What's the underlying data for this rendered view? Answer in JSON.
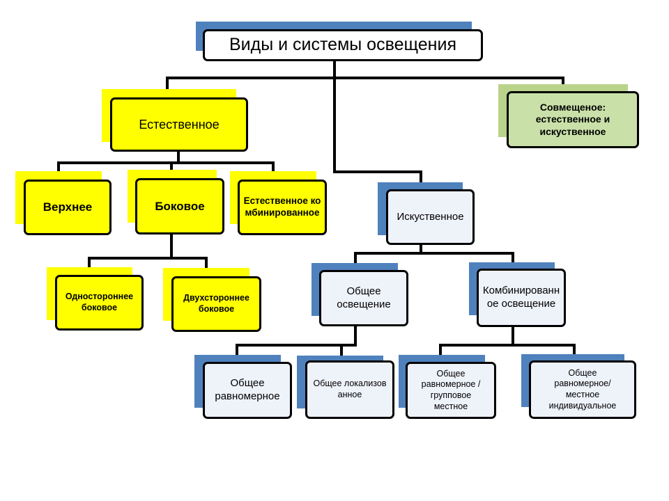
{
  "diagram": {
    "title": "Виды и системы освещения",
    "natural": {
      "label": "Естественное",
      "top": "Верхнее",
      "side": "Боковое",
      "combined": "Естественное комбинированное",
      "one_sided": "Одностороннее боковое",
      "two_sided": "Двухстороннее боковое"
    },
    "combined_total": "Совмещеное: естественное и искуственное",
    "artificial": {
      "label": "Искуственное",
      "general": "Общее освещение",
      "combined": "Комбинированное освещение",
      "general_uniform": "Общее равномерное",
      "general_localized": "Общее локализованное",
      "uniform_group_local": "Общее равномерное / групповое местное",
      "uniform_local_individual": "Общее равномерное/ местное индивидуальное"
    }
  },
  "colors": {
    "natural_fill": "#ffff00",
    "artificial_shadow": "#4f81bd",
    "combined_fill": "#c9e0a8",
    "combined_shadow": "#b9d48a",
    "line": "#000000"
  }
}
